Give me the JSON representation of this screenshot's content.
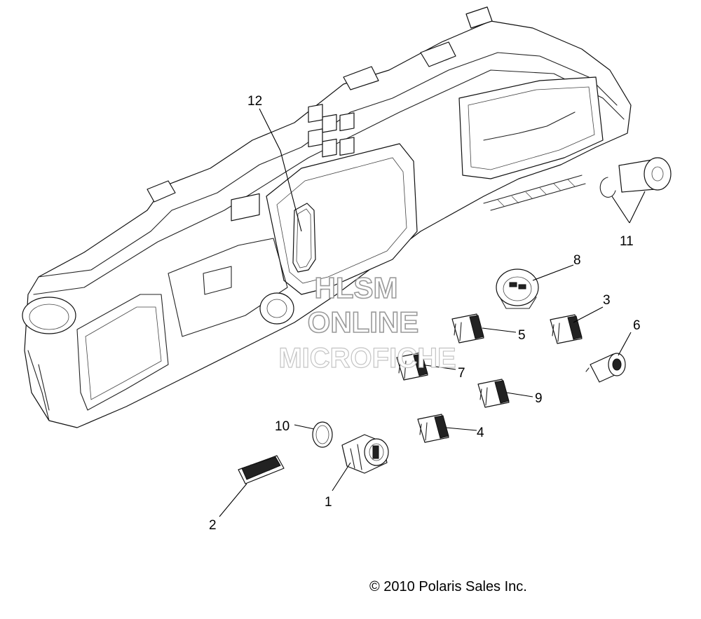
{
  "watermark": {
    "line1": "HLSM",
    "line2": "ONLINE",
    "line3": "MICROFICHE"
  },
  "callouts": {
    "c1": "1",
    "c2": "2",
    "c3": "3",
    "c4": "4",
    "c5": "5",
    "c6": "6",
    "c7": "7",
    "c8": "8",
    "c9": "9",
    "c10": "10",
    "c11": "11",
    "c12": "12"
  },
  "copyright": "© 2010 Polaris Sales Inc."
}
